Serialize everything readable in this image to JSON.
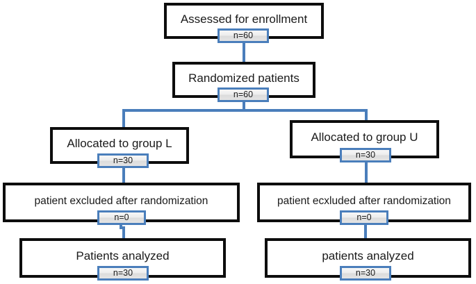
{
  "diagram": {
    "type": "consort-flow-diagram",
    "title": "Patient enrollment and allocation flow",
    "accent_color": "#4a7ebb",
    "box_border_color": "#0d0d0d",
    "background": "#ffffff",
    "nodes": [
      {
        "id": "assessed",
        "label": "Assessed for enrollment",
        "count_label": "n=60"
      },
      {
        "id": "randomized",
        "label": "Randomized patients",
        "count_label": "n=60"
      },
      {
        "id": "alloc_l",
        "label": "Allocated to group L",
        "count_label": "n=30"
      },
      {
        "id": "alloc_u",
        "label": "Allocated to group U",
        "count_label": "n=30"
      },
      {
        "id": "excluded_l",
        "label": "patient excluded after randomization",
        "count_label": "n=0"
      },
      {
        "id": "excluded_u",
        "label": "patient ecxluded after randomization",
        "count_label": "n=0"
      },
      {
        "id": "analyzed_l",
        "label": "Patients analyzed",
        "count_label": "n=30"
      },
      {
        "id": "analyzed_u",
        "label": "patients analyzed",
        "count_label": "n=30"
      }
    ]
  }
}
